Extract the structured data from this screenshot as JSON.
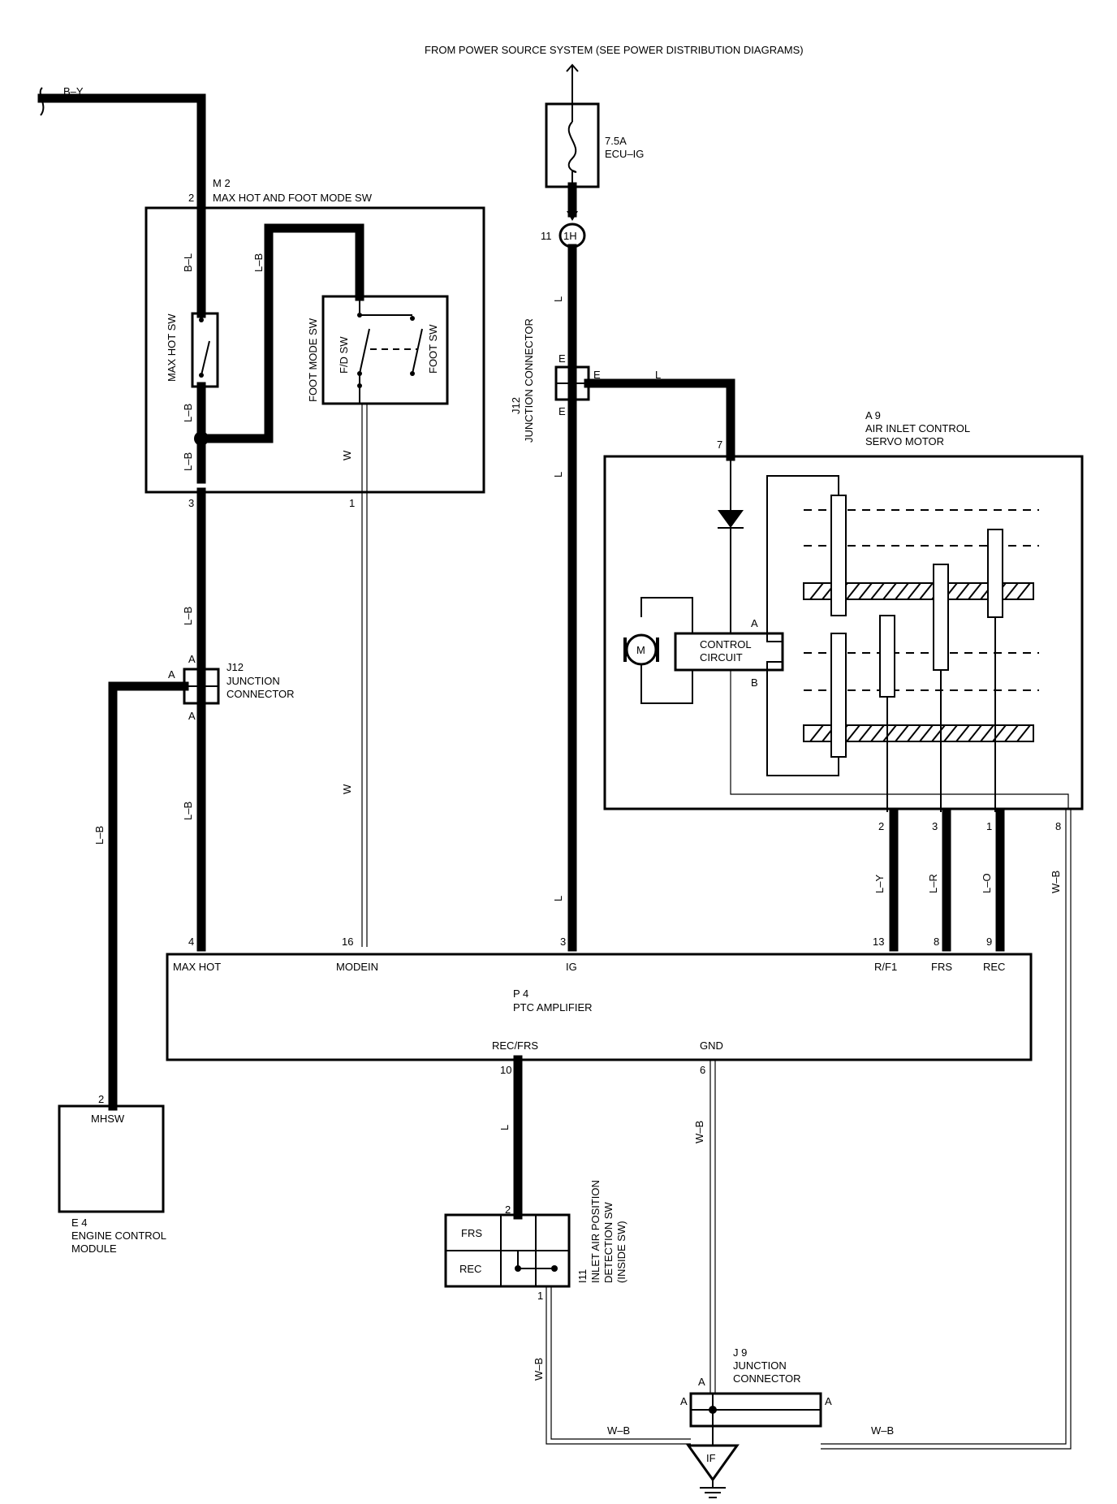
{
  "power_source": "FROM POWER SOURCE SYSTEM (SEE POWER DISTRIBUTION DIAGRAMS)",
  "fuse": {
    "rating": "7.5A",
    "name": "ECU–IG"
  },
  "by_wire": "B–Y",
  "m2": {
    "id": "M 2",
    "name": "MAX HOT AND FOOT MODE SW",
    "pin_top": "2",
    "pin_3": "3",
    "pin_1": "1",
    "max_hot_sw": "MAX HOT SW",
    "foot_mode_sw": "FOOT MODE SW",
    "fd_sw": "F/D SW",
    "foot_sw": "FOOT SW"
  },
  "wires": {
    "BL": "B–L",
    "LB": "L–B",
    "L": "L",
    "W": "W",
    "LY": "L–Y",
    "LR": "L–R",
    "LO": "L–O",
    "WB": "W–B"
  },
  "jc1h": {
    "pin": "11",
    "label": "1H"
  },
  "j12_top": {
    "id": "J12",
    "label": "JUNCTION CONNECTOR",
    "e": "E"
  },
  "j12_left": {
    "id": "J12",
    "name1": "JUNCTION",
    "name2": "CONNECTOR",
    "a": "A"
  },
  "a9": {
    "id": "A 9",
    "name1": "AIR INLET CONTROL",
    "name2": "SERVO MOTOR",
    "pin_7": "7",
    "control1": "CONTROL",
    "control2": "CIRCUIT",
    "a": "A",
    "b": "B",
    "m": "M",
    "pin_2": "2",
    "pin_3": "3",
    "pin_1": "1",
    "pin_8": "8"
  },
  "p4": {
    "id": "P 4",
    "name": "PTC AMPLIFIER",
    "maxhot": "MAX HOT",
    "modein": "MODEIN",
    "ig": "IG",
    "rf1": "R/F1",
    "frs": "FRS",
    "rec": "REC",
    "recfrs": "REC/FRS",
    "gnd": "GND",
    "pin_4": "4",
    "pin_16": "16",
    "pin_3": "3",
    "pin_13": "13",
    "pin_8": "8",
    "pin_9": "9",
    "pin_10": "10",
    "pin_6": "6"
  },
  "e4": {
    "id": "E 4",
    "name1": "ENGINE CONTROL",
    "name2": "MODULE",
    "mhsw": "MHSW",
    "pin_2": "2"
  },
  "i11": {
    "id": "I11",
    "name1": "INLET AIR POSITION",
    "name2": "DETECTION SW",
    "name3": "(INSIDE SW)",
    "frs": "FRS",
    "rec": "REC",
    "pin_2": "2",
    "pin_1": "1"
  },
  "j9": {
    "id": "J 9",
    "name1": "JUNCTION",
    "name2": "CONNECTOR",
    "a": "A"
  },
  "ground": {
    "label": "IF"
  }
}
